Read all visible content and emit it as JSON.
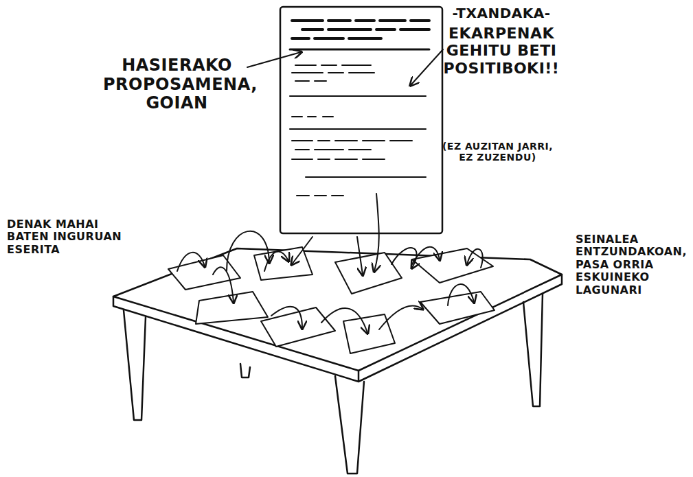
{
  "diagram": {
    "labels": [
      "HASIERAKO PROPOSAMENA, GOIAN",
      "-TXANDAKA-",
      "EKARPENAK GEHITU BETI POSITIBOKI!!",
      "(EZ AUZITAN JARRI, EZ ZUZENDU)",
      "DENAK MAHAI BATEN INGURUAN ESERITA",
      "SEINALEA ENTZUNDAKOAN, PASA ORRIA ESKUINEKO LAGUNARI"
    ]
  }
}
